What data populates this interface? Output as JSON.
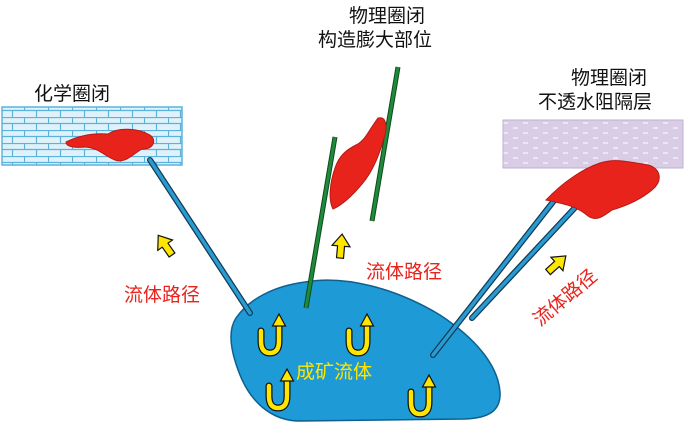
{
  "labels": {
    "chem_trap": "化学圈闭",
    "phys_struct_line1": "物理圈闭",
    "phys_struct_line2": "构造膨大部位",
    "phys_barrier_line1": "物理圈闭",
    "phys_barrier_line2": "不透水阻隔层",
    "path_left": "流体路径",
    "path_middle": "流体路径",
    "path_right": "流体路径",
    "ore_fluid": "成矿流体"
  },
  "colors": {
    "ore_body": "#e8231c",
    "magma_body": "#1e9bd7",
    "conduit": "#2a9bd0",
    "fault": "#1e8a3a",
    "arrow": "#ffe600",
    "brick_fill": "#dff2fb",
    "brick_line": "#5bb3dc",
    "barrier_fill": "#d9cde6",
    "label_red": "#e8231c",
    "label_black": "#111111"
  },
  "icons": {
    "path_arrow": "yellow-up-arrow-icon",
    "circulation": "yellow-u-turn-arrow-icon"
  }
}
